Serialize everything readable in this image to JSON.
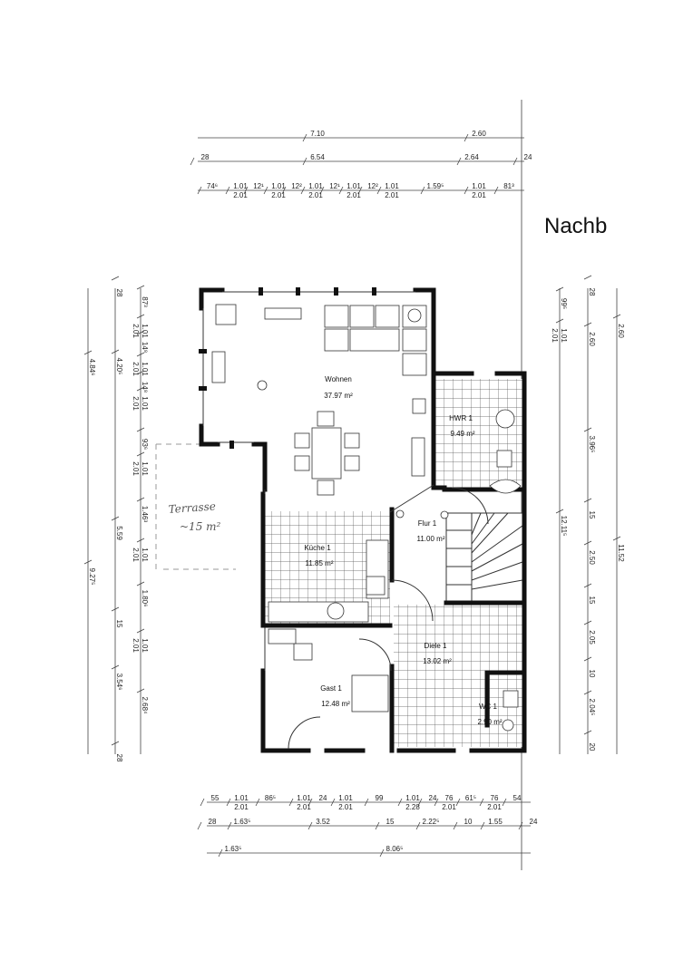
{
  "neighbor_label": "Nachb",
  "terrace": {
    "name": "Terrasse",
    "area": "~15 m²"
  },
  "rooms": [
    {
      "name": "Wohnen",
      "area": "37.97 m²"
    },
    {
      "name": "HWR 1",
      "area": "9.49 m²"
    },
    {
      "name": "Küche 1",
      "area": "11.85 m²"
    },
    {
      "name": "Flur 1",
      "area": "11.00 m²"
    },
    {
      "name": "Diele 1",
      "area": "13.02 m²"
    },
    {
      "name": "Gast 1",
      "area": "12.48 m²"
    },
    {
      "name": "WC 1",
      "area": "2.90 m²"
    }
  ],
  "dimensions": {
    "top_1": [
      "7.10",
      "2.60"
    ],
    "top_2": [
      "28",
      "6.54",
      "2.64",
      "24"
    ],
    "top_3": [
      {
        "t": "74⁶"
      },
      {
        "t": "1.01",
        "b": "2.01"
      },
      {
        "t": "12¹"
      },
      {
        "t": "1.01",
        "b": "2.01"
      },
      {
        "t": "12²"
      },
      {
        "t": "1.01",
        "b": "2.01"
      },
      {
        "t": "12¹"
      },
      {
        "t": "1.01",
        "b": "2.01"
      },
      {
        "t": "12²"
      },
      {
        "t": "1.01",
        "b": "2.01"
      },
      {
        "t": "1.59⁵"
      },
      {
        "t": "1.01",
        "b": "2.01"
      },
      {
        "t": "81³"
      }
    ],
    "bottom_1": [
      {
        "t": "55"
      },
      {
        "t": "1.01",
        "b": "2.01"
      },
      {
        "t": "86⁵"
      },
      {
        "t": "1.01",
        "b": "2.01"
      },
      {
        "t": "24"
      },
      {
        "t": "1.01",
        "b": "2.01"
      },
      {
        "t": "99"
      },
      {
        "t": "1.01",
        "b": "2.28"
      },
      {
        "t": "24"
      },
      {
        "t": "76",
        "b": "2.01"
      },
      {
        "t": "61⁵"
      },
      {
        "t": "76",
        "b": "2.01"
      },
      {
        "t": "54"
      }
    ],
    "bottom_2": [
      "28",
      "1.63⁵",
      "3.52",
      "15",
      "2.22⁵",
      "10",
      "1.55",
      "24"
    ],
    "bottom_3": [
      "1.63⁵",
      "8.06⁵"
    ],
    "left_outer": [
      "4.84⁶",
      "9.27⁵"
    ],
    "left_middle": [
      "28",
      "4.20⁵",
      "5.59",
      "15",
      "3.54⁶",
      "28"
    ],
    "left_inner": [
      {
        "t": "87³"
      },
      {
        "t": "1.01",
        "b": "2.01"
      },
      {
        "t": "14⁸"
      },
      {
        "t": "1.01",
        "b": "2.01"
      },
      {
        "t": "14⁸"
      },
      {
        "t": "1.01",
        "b": "2.01"
      },
      {
        "t": "93⁶"
      },
      {
        "t": "1.01",
        "b": "2.01"
      },
      {
        "t": "1.46³"
      },
      {
        "t": "1.01",
        "b": "2.01"
      },
      {
        "t": "1.80⁶"
      },
      {
        "t": "1.01",
        "b": "2.01"
      },
      {
        "t": "2.68⁴"
      }
    ],
    "right_inner": [
      {
        "t": "99⁵"
      },
      {
        "t": "1.01",
        "b": "2.01"
      },
      {
        "t": "12.11⁵"
      }
    ],
    "right_middle": [
      "28",
      "2.60",
      "3.96⁵",
      "15",
      "2.50",
      "15",
      "2.05",
      "10",
      "2.04⁵",
      "20"
    ],
    "right_outer": [
      "2.60",
      "11.52"
    ]
  }
}
